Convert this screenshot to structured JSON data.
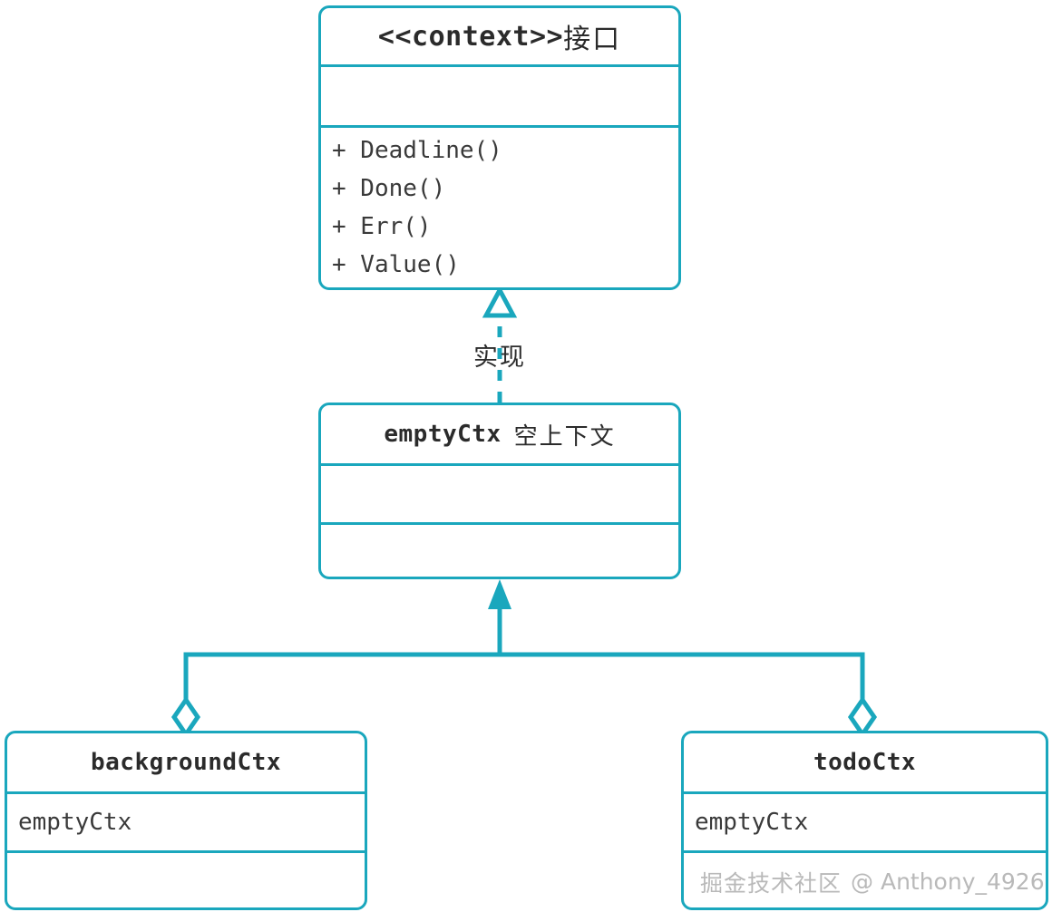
{
  "diagram": {
    "type": "uml-class-diagram",
    "accent_color": "#1aa7bd",
    "text_color": "#2b2b2b",
    "watermark_color": "#b9b9b9",
    "background": "#ffffff"
  },
  "classes": {
    "context": {
      "stereotype": "<<context>>",
      "title_cn": "接口",
      "attributes": [],
      "methods": [
        "+ Deadline()",
        "+ Done()",
        "+ Err()",
        "+ Value()"
      ]
    },
    "emptyctx": {
      "name": "emptyCtx",
      "title_cn": "空上下文",
      "attributes": [],
      "methods": []
    },
    "backgroundctx": {
      "name": "backgroundCtx",
      "attributes": [
        "emptyCtx"
      ],
      "methods": []
    },
    "todoctx": {
      "name": "todoCtx",
      "attributes": [
        "emptyCtx"
      ],
      "methods": []
    }
  },
  "relations": {
    "realization": {
      "label": "实现",
      "from": "emptyCtx",
      "to": "context",
      "line_style": "dashed",
      "arrow": "hollow-triangle"
    },
    "aggregation_left": {
      "from": "backgroundCtx",
      "to": "emptyCtx",
      "line_style": "solid",
      "arrow": "hollow-diamond"
    },
    "aggregation_right": {
      "from": "todoCtx",
      "to": "emptyCtx",
      "line_style": "solid",
      "arrow": "hollow-diamond"
    }
  },
  "watermark": {
    "site_cn": "掘金技术社区",
    "handle": "@ Anthony_4926"
  }
}
